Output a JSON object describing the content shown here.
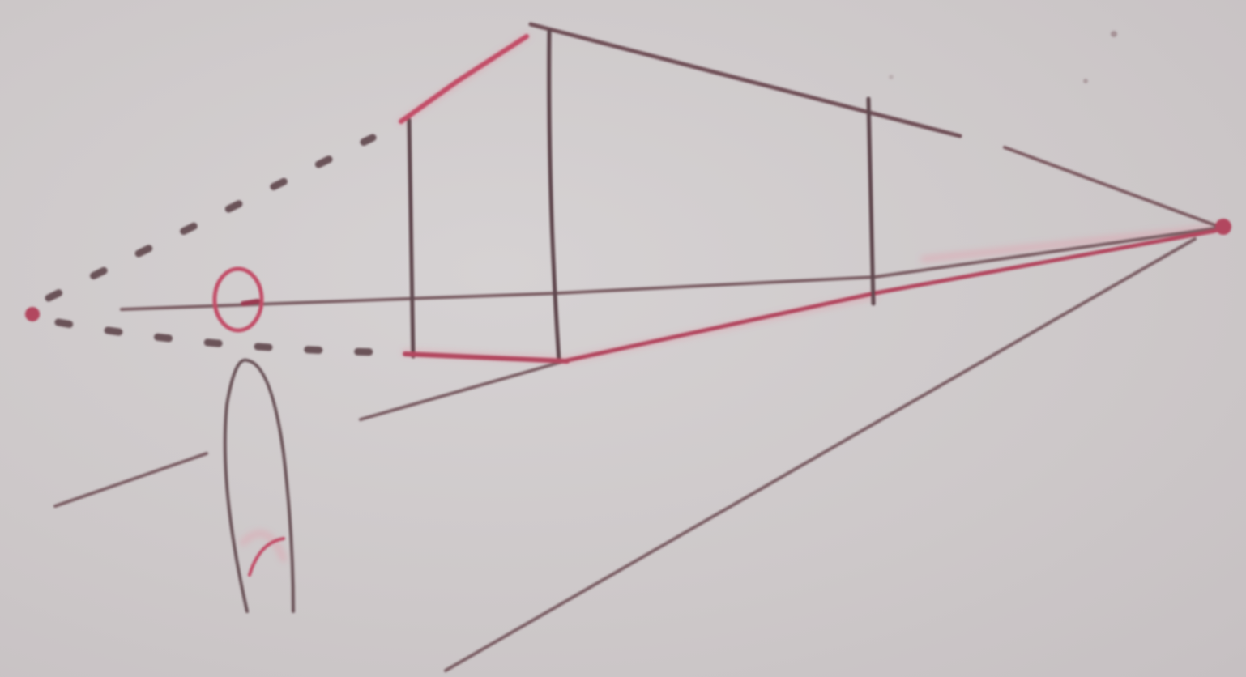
{
  "scene": {
    "description_free": true,
    "colors": {
      "background": "#cfcacb",
      "ink_dark": "#6a5358",
      "ink_red": "#c9566d",
      "ink_glow": "#e88ea0"
    },
    "elements": [
      "vanishing-point",
      "eye-point",
      "observer-figure",
      "box-in-perspective",
      "horizon-line",
      "sight-lines",
      "ground-lines"
    ]
  }
}
